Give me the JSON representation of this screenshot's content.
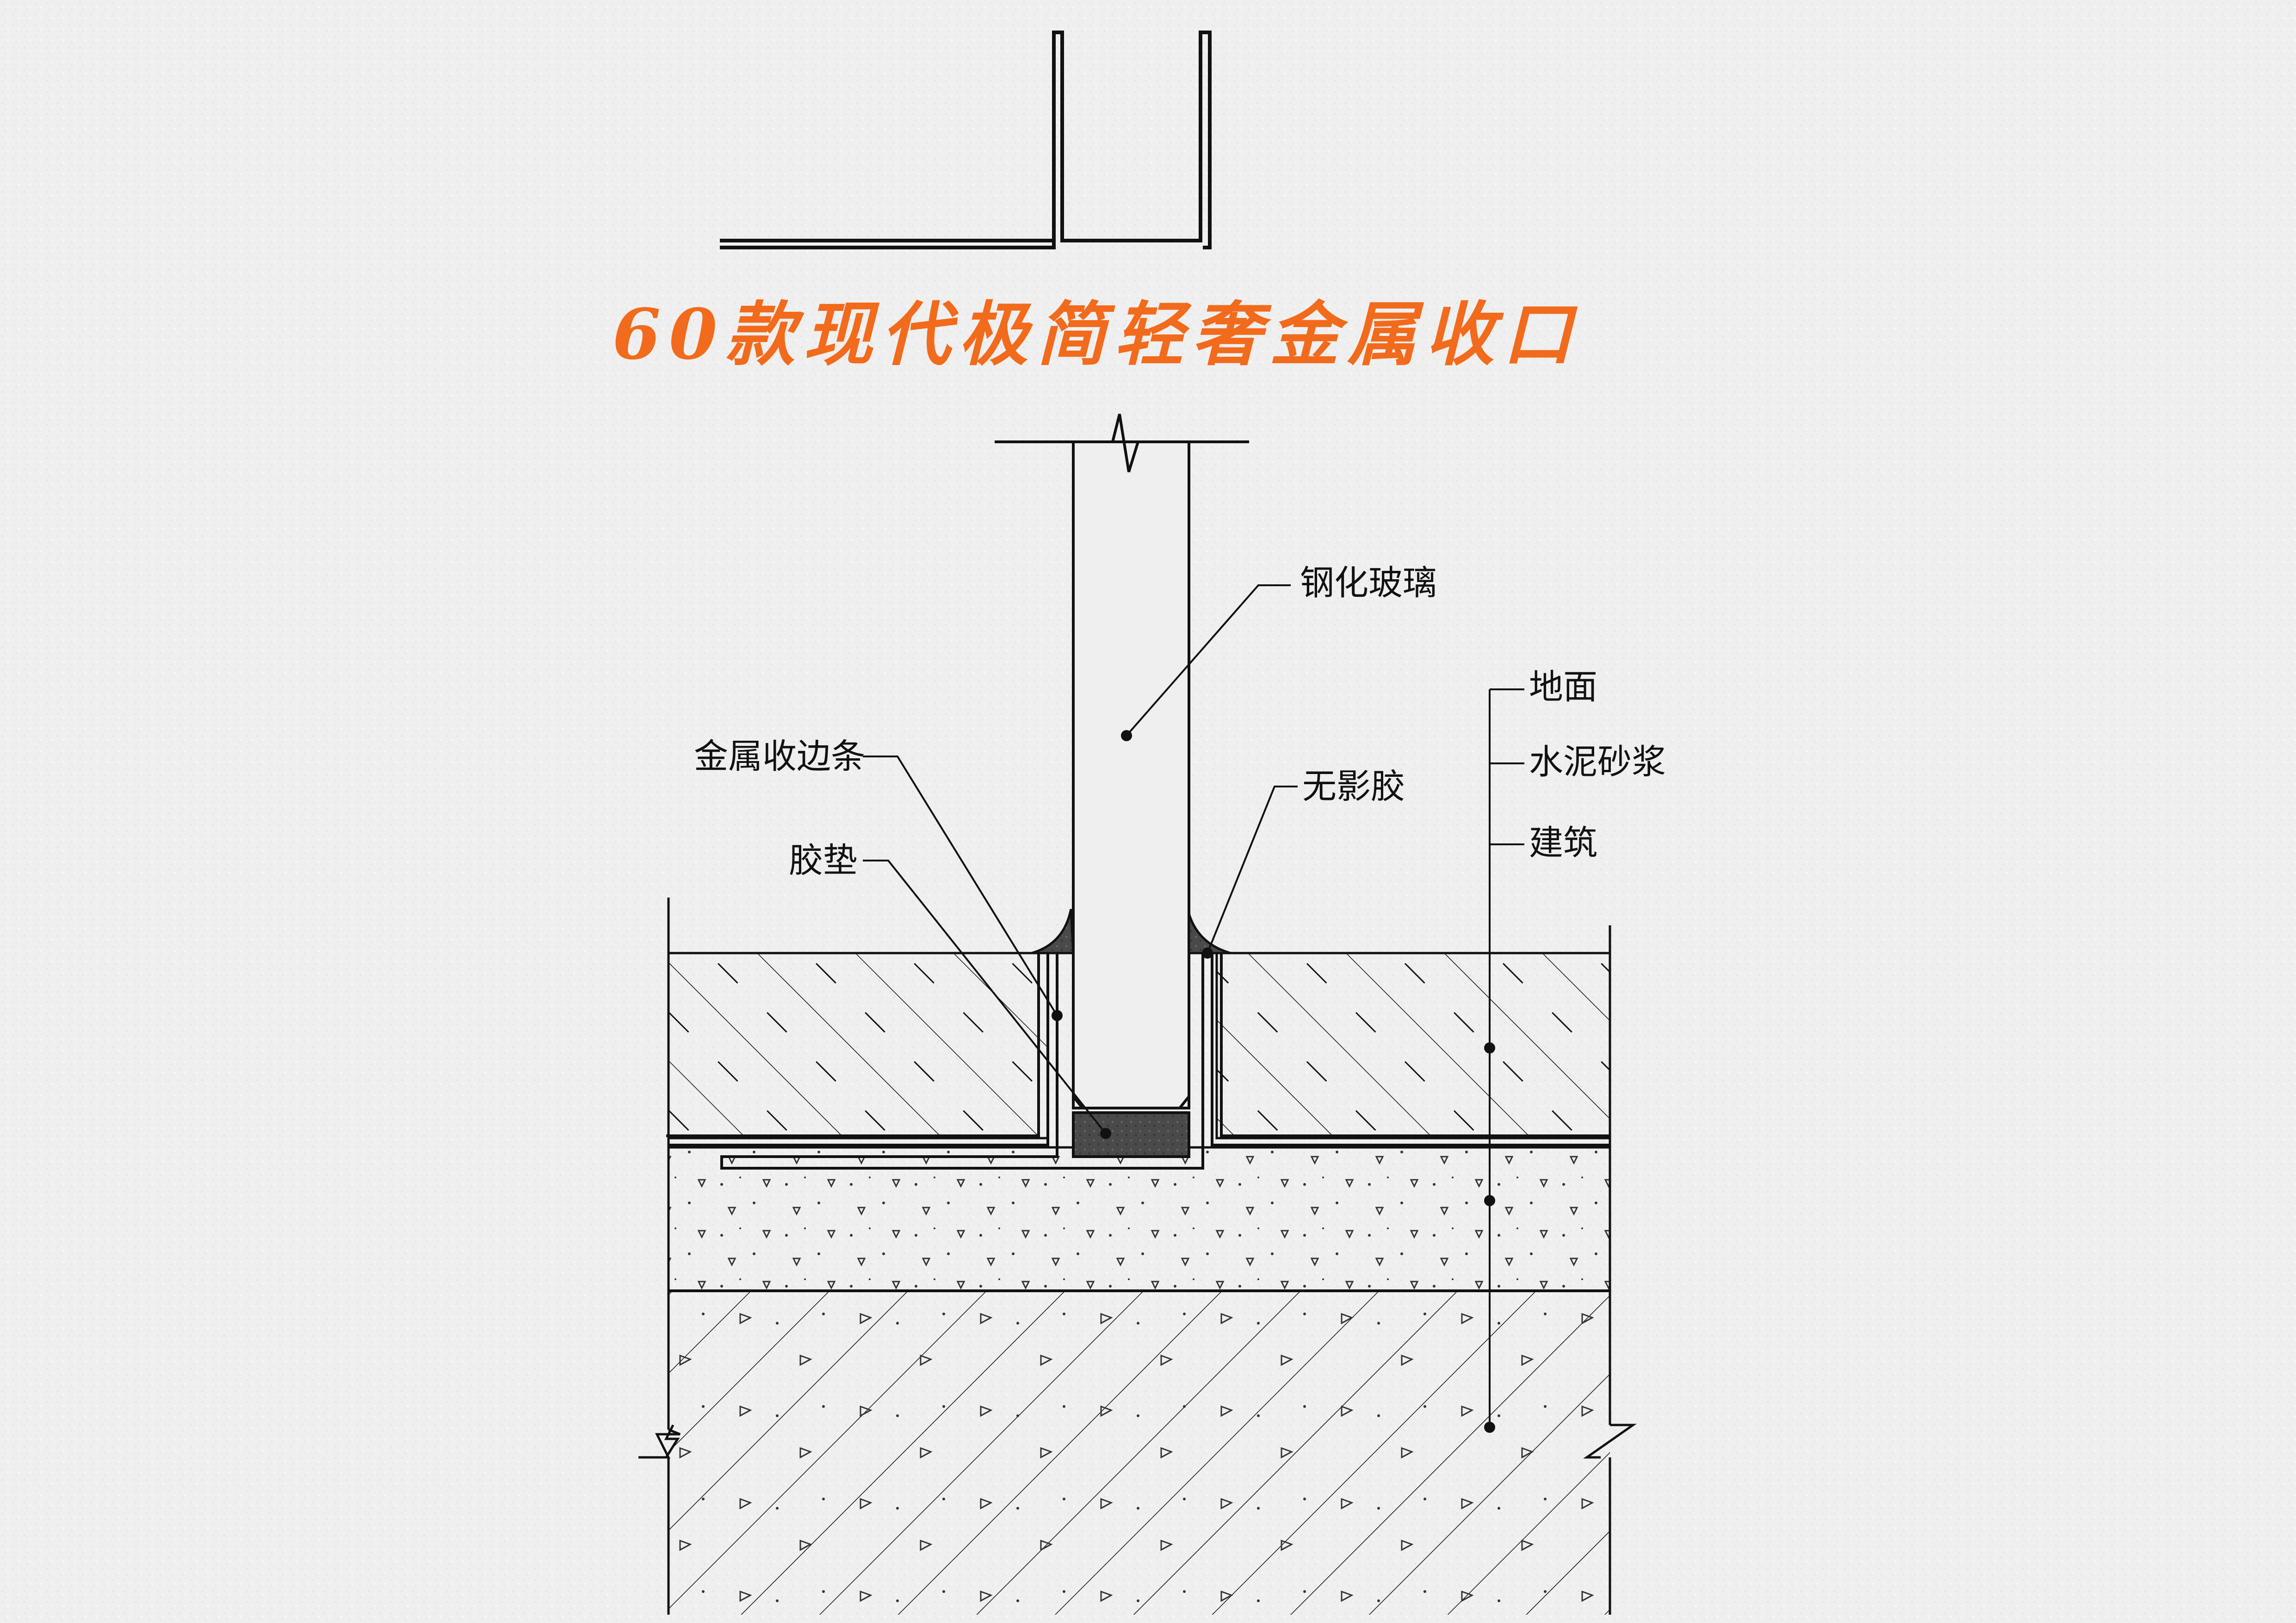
{
  "title": "60款现代极简轻奢金属收口",
  "labels": {
    "glass": "钢化玻璃",
    "metal_trim": "金属收边条",
    "pad": "胶垫",
    "uv_glue": "无影胶",
    "floor": "地面",
    "mortar": "水泥砂浆",
    "building": "建筑"
  },
  "colors": {
    "title": "#f26a1b",
    "line": "#111111",
    "background": "#efefef",
    "rubber_pad": "#4a4a4a"
  }
}
